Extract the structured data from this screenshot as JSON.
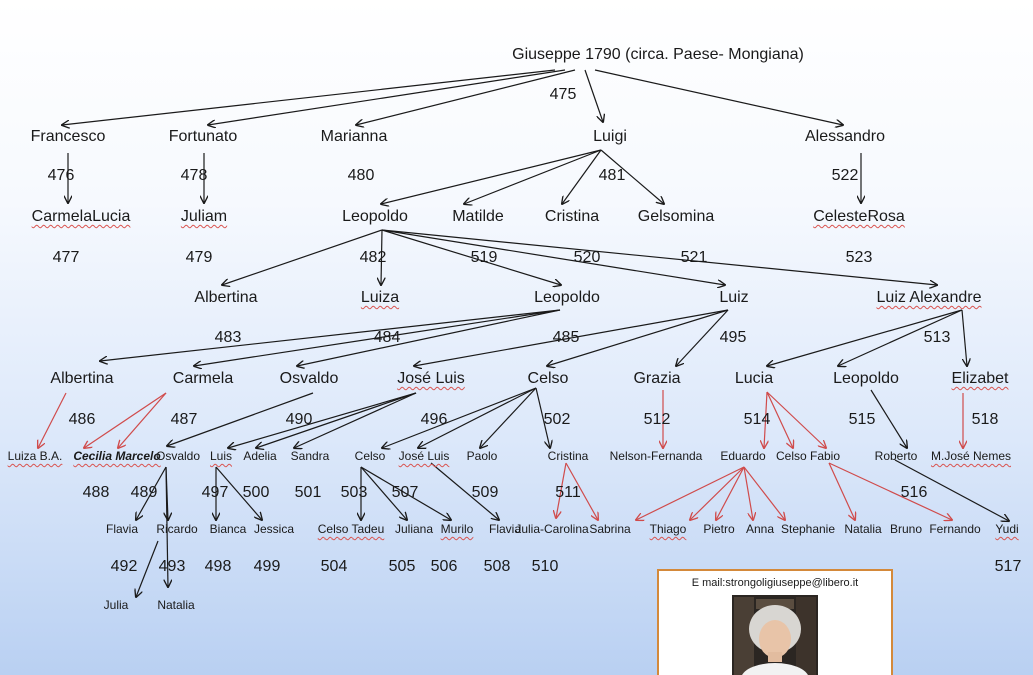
{
  "colors": {
    "black_link": "#1a1a1a",
    "red_link": "#d04b4b",
    "card_border": "#d4893a"
  },
  "nodes": [
    {
      "text": "Giuseppe  1790 (circa. Paese- Mongiana)"
    },
    {
      "text": "Francesco"
    },
    {
      "text": "Fortunato"
    },
    {
      "text": "Marianna"
    },
    {
      "text": "Luigi"
    },
    {
      "text": "Alessandro"
    },
    {
      "text": "CarmelaLucia"
    },
    {
      "text": "Juliam"
    },
    {
      "text": "Leopoldo"
    },
    {
      "text": "Matilde"
    },
    {
      "text": "Cristina"
    },
    {
      "text": "Gelsomina"
    },
    {
      "text": "CelesteRosa"
    },
    {
      "text": "Albertina"
    },
    {
      "text": "Luiza"
    },
    {
      "text": "Leopoldo"
    },
    {
      "text": "Luiz"
    },
    {
      "text": "Luiz Alexandre"
    },
    {
      "text": "Albertina"
    },
    {
      "text": "Carmela"
    },
    {
      "text": "Osvaldo"
    },
    {
      "text": "José Luis"
    },
    {
      "text": "Celso"
    },
    {
      "text": "Grazia"
    },
    {
      "text": "Lucia"
    },
    {
      "text": "Leopoldo"
    },
    {
      "text": "Elizabet"
    },
    {
      "text": "Luiza B.A."
    },
    {
      "text": "Cecilia Marcelo"
    },
    {
      "text": "Osvaldo"
    },
    {
      "text": "Luis"
    },
    {
      "text": "Adelia"
    },
    {
      "text": "Sandra"
    },
    {
      "text": "Celso"
    },
    {
      "text": "José Luis"
    },
    {
      "text": "Paolo"
    },
    {
      "text": "Cristina"
    },
    {
      "text": "Nelson-Fernanda"
    },
    {
      "text": "Eduardo"
    },
    {
      "text": "Celso Fabio"
    },
    {
      "text": "Roberto"
    },
    {
      "text": "M.José Nemes"
    },
    {
      "text": "Flavia"
    },
    {
      "text": "Ricardo"
    },
    {
      "text": "Bianca"
    },
    {
      "text": "Jessica"
    },
    {
      "text": "Celso Tadeu"
    },
    {
      "text": "Juliana"
    },
    {
      "text": "Murilo"
    },
    {
      "text": "Flavia"
    },
    {
      "text": "Julia-Carolina"
    },
    {
      "text": "Sabrina"
    },
    {
      "text": "Thiago"
    },
    {
      "text": "Pietro"
    },
    {
      "text": "Anna"
    },
    {
      "text": "Stephanie"
    },
    {
      "text": "Natalia"
    },
    {
      "text": "Bruno"
    },
    {
      "text": "Fernando"
    },
    {
      "text": "Yudi"
    },
    {
      "text": "Julia"
    },
    {
      "text": "Natalia"
    }
  ],
  "numbers": [
    {
      "text": "475"
    },
    {
      "text": "476"
    },
    {
      "text": "478"
    },
    {
      "text": "480"
    },
    {
      "text": "481"
    },
    {
      "text": "522"
    },
    {
      "text": "477"
    },
    {
      "text": "479"
    },
    {
      "text": "482"
    },
    {
      "text": "519"
    },
    {
      "text": "520"
    },
    {
      "text": "521"
    },
    {
      "text": "523"
    },
    {
      "text": "483"
    },
    {
      "text": "484"
    },
    {
      "text": "485"
    },
    {
      "text": "495"
    },
    {
      "text": "513"
    },
    {
      "text": "486"
    },
    {
      "text": "487"
    },
    {
      "text": "490"
    },
    {
      "text": "496"
    },
    {
      "text": "502"
    },
    {
      "text": "512"
    },
    {
      "text": "514"
    },
    {
      "text": "515"
    },
    {
      "text": "518"
    },
    {
      "text": "488"
    },
    {
      "text": "489"
    },
    {
      "text": "497"
    },
    {
      "text": "500"
    },
    {
      "text": "501"
    },
    {
      "text": "503"
    },
    {
      "text": "507"
    },
    {
      "text": "509"
    },
    {
      "text": "511"
    },
    {
      "text": "516"
    },
    {
      "text": "492"
    },
    {
      "text": "493"
    },
    {
      "text": "498"
    },
    {
      "text": "499"
    },
    {
      "text": "504"
    },
    {
      "text": "505"
    },
    {
      "text": "506"
    },
    {
      "text": "508"
    },
    {
      "text": "510"
    },
    {
      "text": "517"
    }
  ],
  "card": {
    "email": "E mail:strongoligiuseppe@libero.it"
  }
}
